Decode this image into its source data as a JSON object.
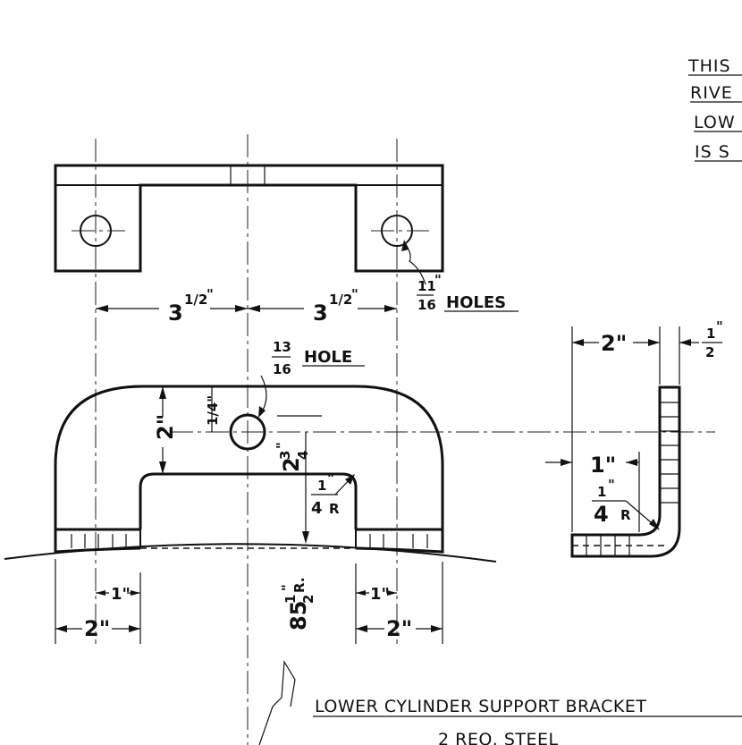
{
  "note": {
    "lines": [
      "THIS",
      "RIVE",
      "LOW",
      "IS S"
    ]
  },
  "top_view": {
    "dim_left_whole": "3",
    "dim_left_frac": "1/2",
    "dim_left_inch": "\"",
    "dim_right_whole": "3",
    "dim_right_frac": "1/2",
    "dim_right_inch": "\"",
    "holes_num": "11",
    "holes_den": "16",
    "holes_inch": "\"",
    "holes_label": "HOLES"
  },
  "front_view": {
    "hole_num": "13",
    "hole_den": "16",
    "hole_label": "HOLE",
    "dim_2in": "2\"",
    "dim_quarter": "1/4\"",
    "dim_2_3_4_whole": "2",
    "dim_2_3_4_num": "3",
    "dim_2_3_4_den": "4",
    "dim_2_3_4_inch": "\"",
    "radius_num": "1",
    "radius_den": "4",
    "radius_r": "R",
    "radius_inch": "\"",
    "big_radius_whole": "85",
    "big_radius_num": "1",
    "big_radius_den": "2",
    "big_radius_r": "R.",
    "big_radius_inch": "\"",
    "dim_1in_left": "1\"",
    "dim_1in_right": "1\"",
    "dim_2in_left": "2\"",
    "dim_2in_right": "2\""
  },
  "side_view": {
    "dim_2in": "2\"",
    "dim_half_num": "1",
    "dim_half_den": "2",
    "dim_half_inch": "\"",
    "dim_1in": "1\"",
    "radius_num": "1",
    "radius_den": "4",
    "radius_r": "R",
    "radius_inch": "\""
  },
  "title_block": {
    "title": "LOWER CYLINDER SUPPORT BRACKET",
    "subtitle": "2 REQ. STEEL"
  }
}
